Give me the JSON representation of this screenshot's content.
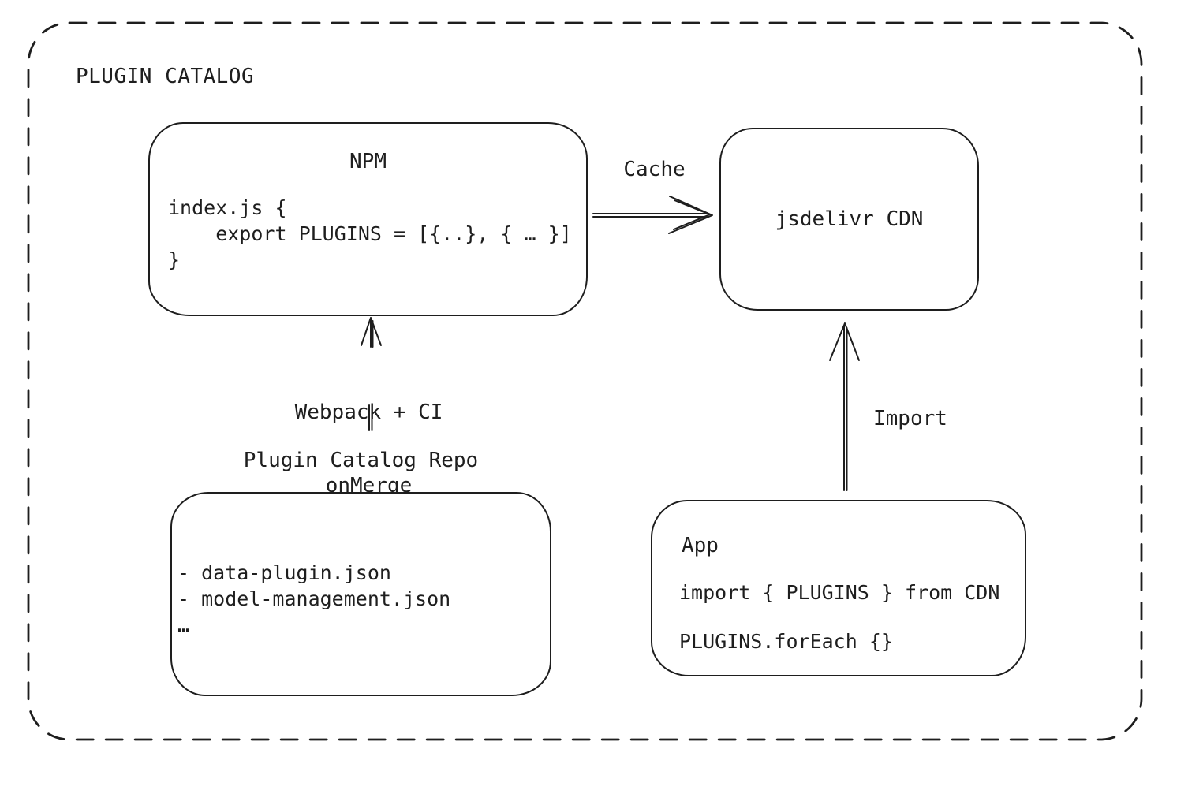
{
  "frame": {
    "title": "PLUGIN CATALOG"
  },
  "npm": {
    "title": "NPM",
    "code": [
      "index.js {",
      "    export PLUGINS = [{..}, { … }]",
      "}"
    ]
  },
  "cdn": {
    "label": "jsdelivr CDN"
  },
  "repo": {
    "title": "Plugin Catalog Repo",
    "files": [
      "- data-plugin.json",
      "- model-management.json",
      "…"
    ]
  },
  "app": {
    "title": "App",
    "code": [
      "import { PLUGINS } from CDN",
      "PLUGINS.forEach {}"
    ]
  },
  "edges": {
    "cache": "Cache",
    "build": [
      "Webpack + CI",
      "onMerge"
    ],
    "import": "Import"
  },
  "colors": {
    "ink": "#1e1e1e",
    "background": "#ffffff"
  }
}
